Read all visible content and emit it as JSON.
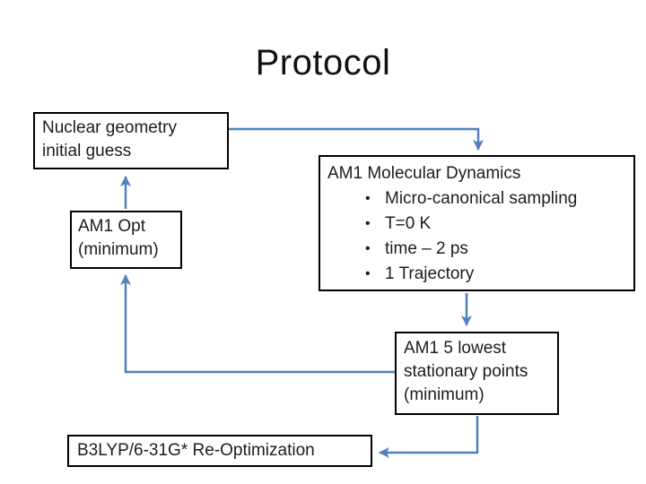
{
  "slide": {
    "title": "Protocol",
    "background": "#ffffff"
  },
  "colors": {
    "arrow": "#4f81bd",
    "box_border": "#000000",
    "text": "#1c1c1c"
  },
  "flowchart": {
    "nuclear_geometry_box": {
      "lines": [
        "Nuclear geometry",
        "initial guess"
      ]
    },
    "am1_md_box": {
      "title": "AM1 Molecular Dynamics",
      "bullet_glyph": "•",
      "bullets": [
        "Micro-canonical sampling",
        "T=0 K",
        "time – 2 ps",
        "1 Trajectory"
      ]
    },
    "am1_opt_box": {
      "lines": [
        "AM1 Opt",
        "(minimum)"
      ]
    },
    "am1_stationary_box": {
      "lines": [
        "AM1 5 lowest",
        "stationary points",
        "(minimum)"
      ]
    },
    "b3lyp_box": {
      "label": "B3LYP/6-31G* Re-Optimization"
    }
  }
}
